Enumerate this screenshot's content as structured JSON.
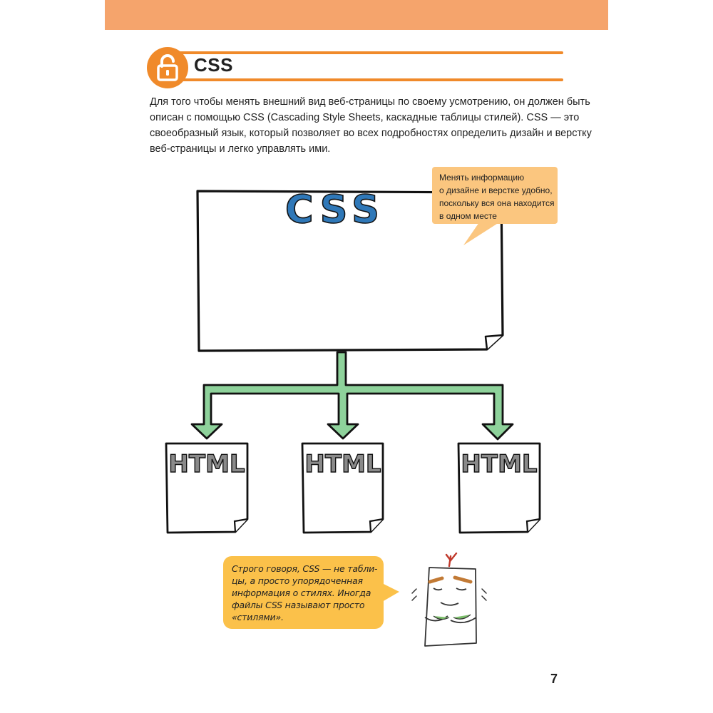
{
  "header": {
    "section_title": "CSS",
    "icon": "lock-icon",
    "accent_color": "#f08a2a",
    "band_color": "#f5a46c"
  },
  "intro": {
    "lines": [
      "Для того чтобы менять внешний вид веб-страницы по своему усмотрению, он должен быть",
      "описан с помощью CSS (Cascading Style Sheets, каскадные таблицы стилей). CSS — это",
      "своеобразный язык, который позволяет во всех подробностях определить дизайн и верстку",
      "веб-страницы и легко управлять ими."
    ]
  },
  "diagram": {
    "css_label": "CSS",
    "html_labels": [
      "HTML",
      "HTML",
      "HTML"
    ],
    "css_color": "#2f78b8",
    "arrow_color": "#8ed29b",
    "callout": {
      "lines": [
        "Менять информацию",
        "о дизайне и верстке удобно,",
        "поскольку вся она находится",
        "в одном месте"
      ],
      "color": "#fbc67f"
    }
  },
  "note": {
    "lines": [
      "Строго говоря, CSS — не табли-",
      "цы, а просто упорядоченная",
      "информация о стилях. Иногда",
      "файлы CSS называют просто",
      "«стилями»."
    ],
    "color": "#fbc14a"
  },
  "page": {
    "number": "7"
  }
}
